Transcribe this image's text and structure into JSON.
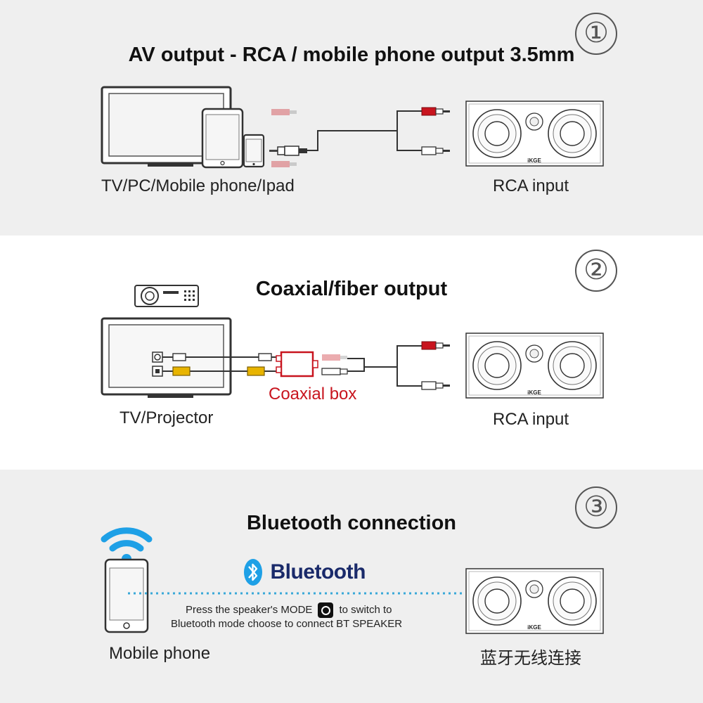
{
  "sections": [
    {
      "number": "①",
      "title": "AV output - RCA / mobile phone output 3.5mm",
      "source_label": "TV/PC/Mobile phone/Ipad",
      "target_label": "RCA input"
    },
    {
      "number": "②",
      "title": "Coaxial/fiber output",
      "source_label": "TV/Projector",
      "box_label": "Coaxial box",
      "target_label": "RCA input"
    },
    {
      "number": "③",
      "title": "Bluetooth connection",
      "source_label": "Mobile phone",
      "bluetooth_brand": "Bluetooth",
      "instruction_line1_before": "Press the speaker's MODE",
      "instruction_line1_after": "to switch to",
      "instruction_line2": "Bluetooth mode  choose to connect BT SPEAKER",
      "target_label": "蓝牙无线连接"
    }
  ],
  "speaker_brand": "iKGE",
  "colors": {
    "panel_gray": "#efefef",
    "rca_red": "#c8141e",
    "coax_yellow": "#e8b400",
    "bluetooth_blue": "#1ea0e6",
    "dotted_line": "#3aa8d8"
  }
}
